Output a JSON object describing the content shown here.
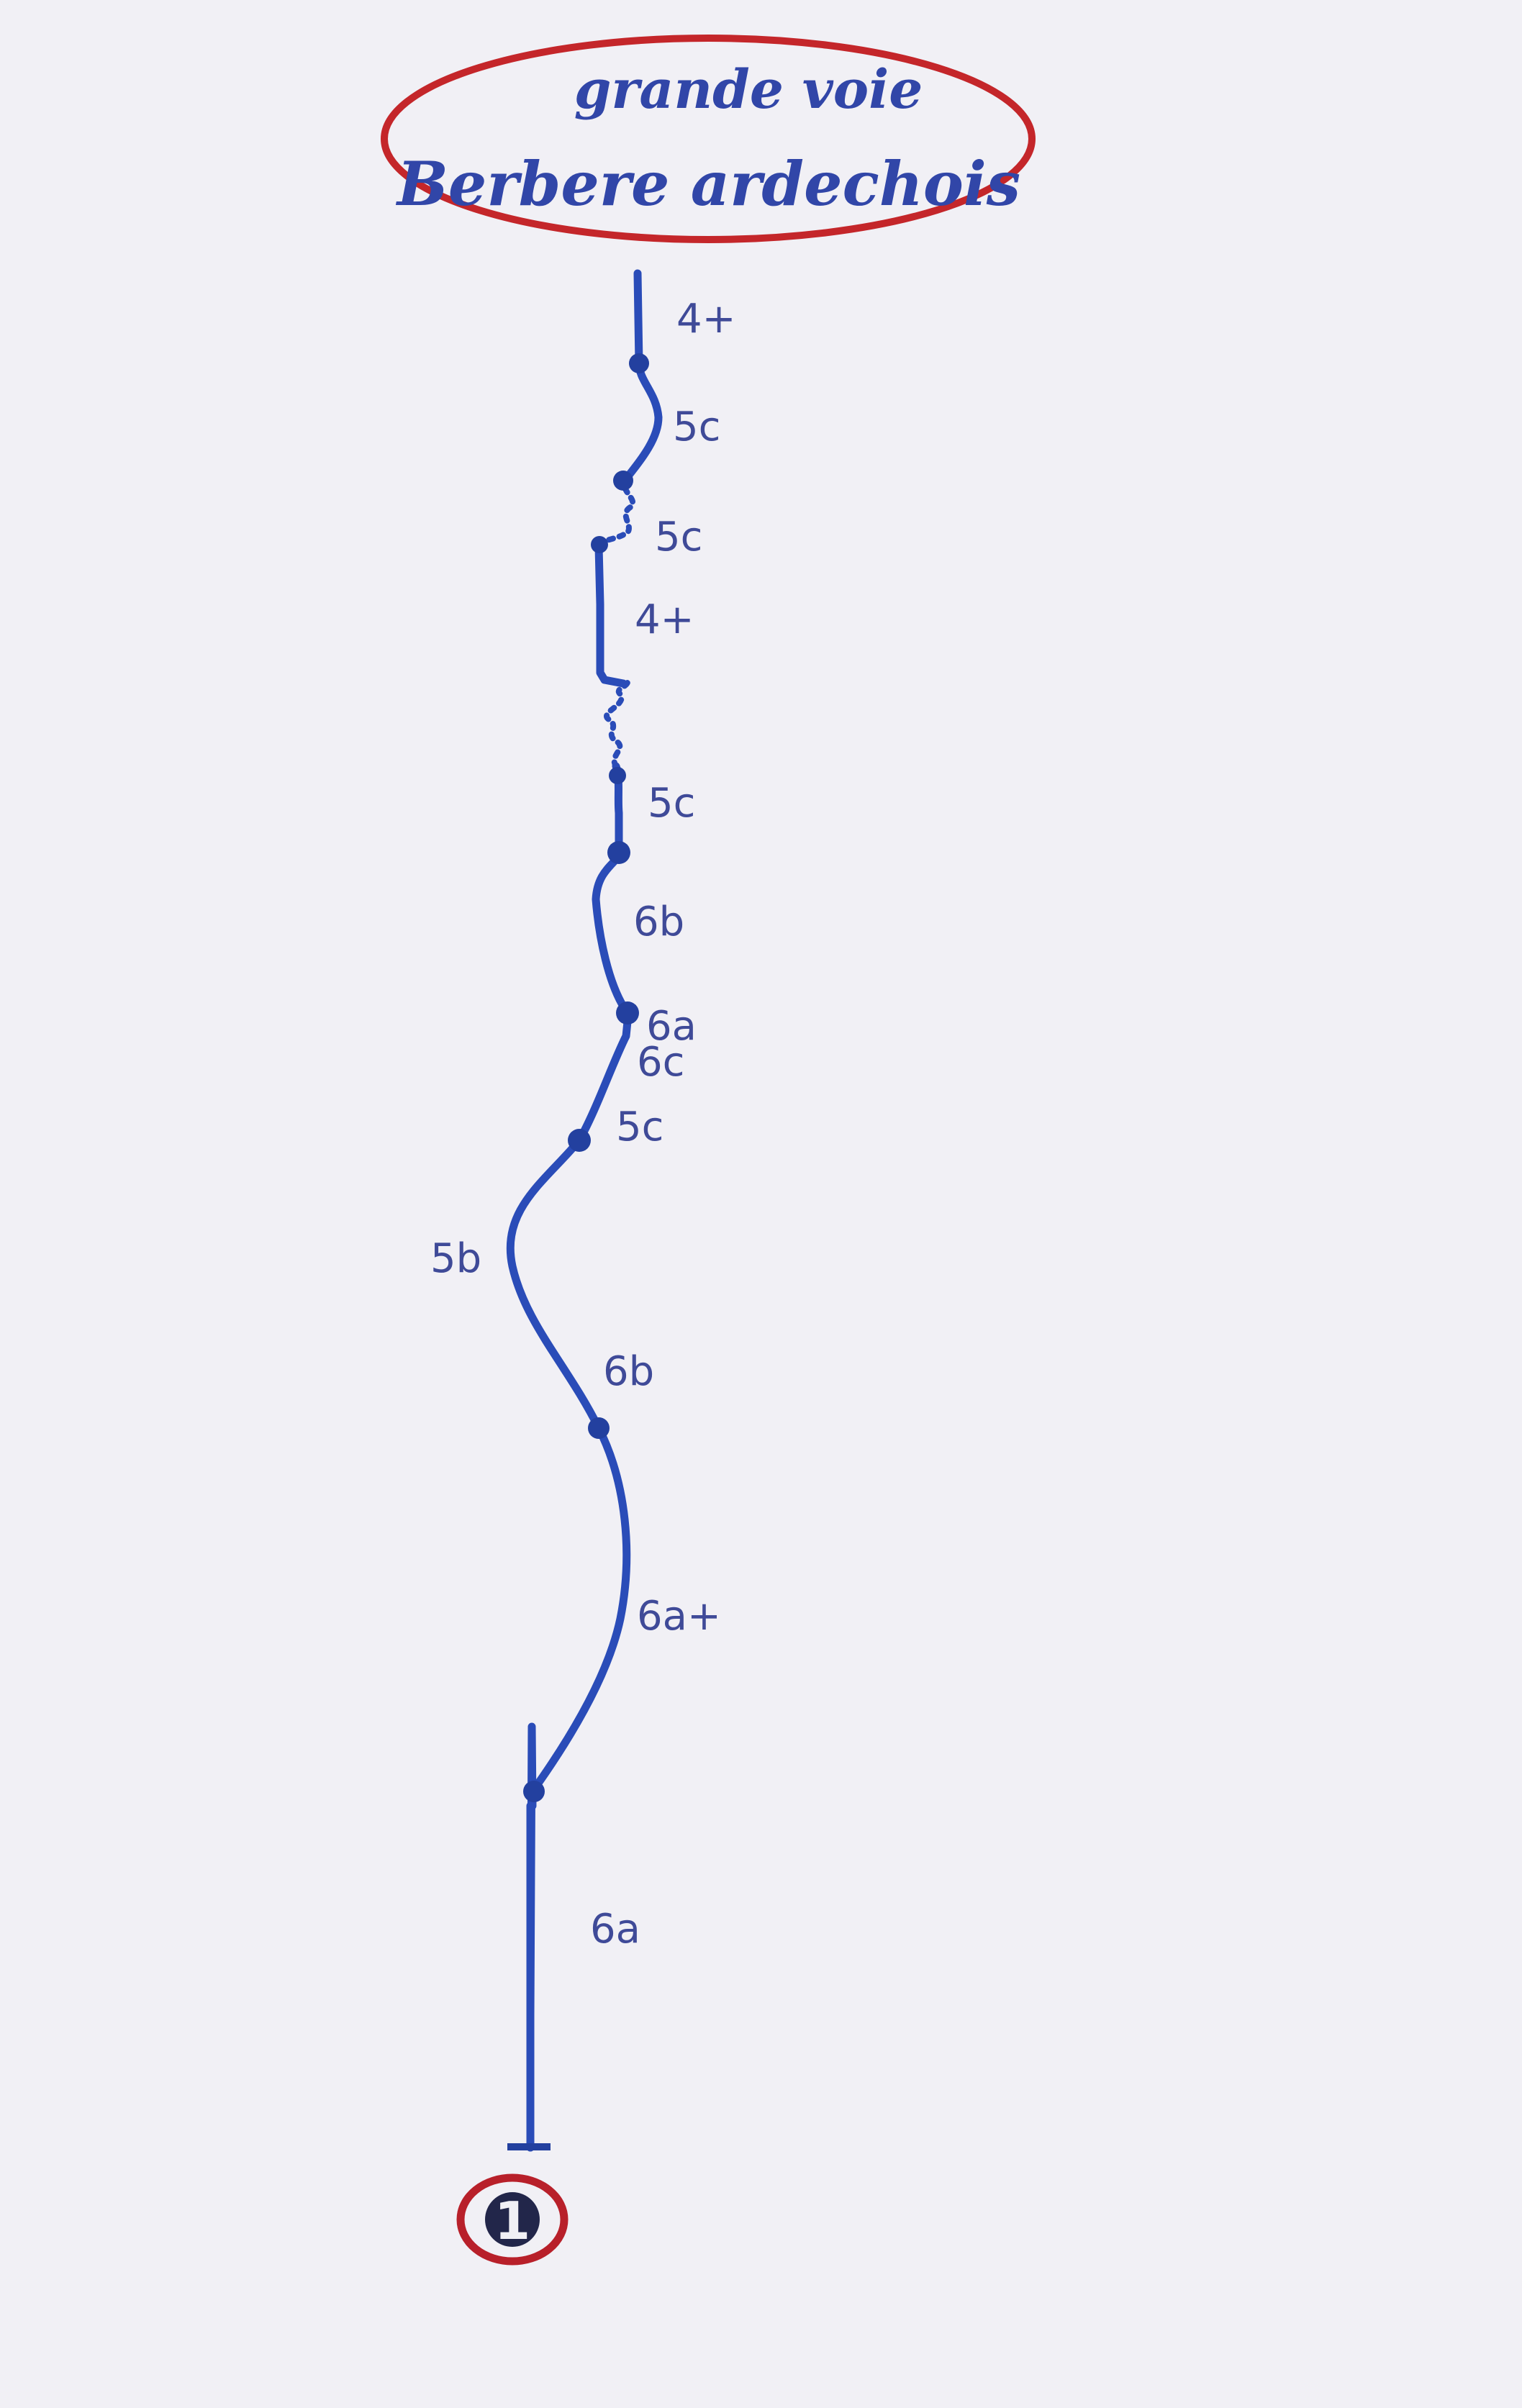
{
  "title": {
    "line1": "grande voie",
    "line2": "Berbere ardechois"
  },
  "pitches": [
    {
      "grade": "6a"
    },
    {
      "grade": "6a+"
    },
    {
      "grade": "6b"
    },
    {
      "grade": "5b"
    },
    {
      "grade": "5c"
    },
    {
      "grade": "6c"
    },
    {
      "grade": "6a"
    },
    {
      "grade": "6b"
    },
    {
      "grade": "5c"
    },
    {
      "grade": "4+"
    },
    {
      "grade": "5c"
    },
    {
      "grade": "5c"
    },
    {
      "grade": "4+"
    }
  ],
  "start_marker": "1",
  "colors": {
    "route": "#2a4cb8",
    "oval": "#c4262a",
    "paper": "#f1f0f5"
  }
}
